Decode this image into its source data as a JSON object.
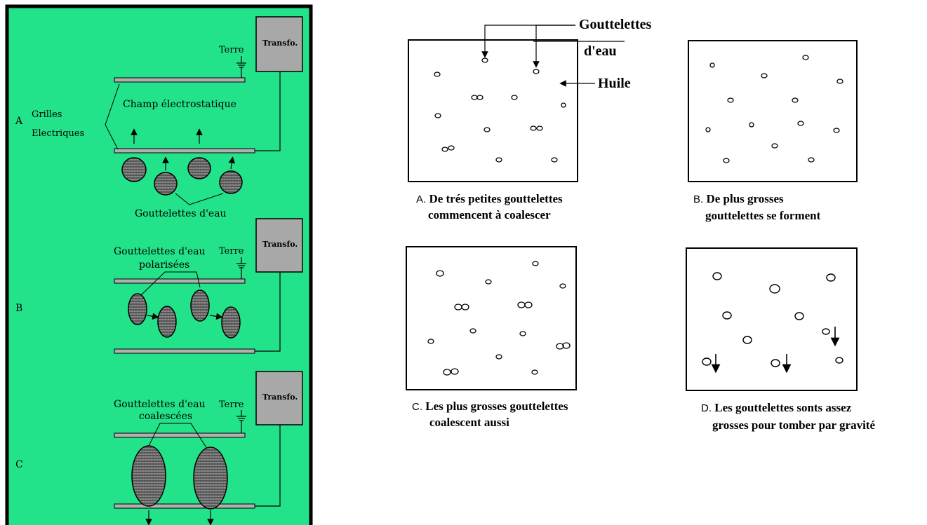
{
  "left_panel": {
    "background": "#22e38a",
    "section_labels": [
      "A",
      "B",
      "C"
    ],
    "transfo_label": "Transfo.",
    "terre_label": "Terre",
    "grilles_label_1": "Grilles",
    "grilles_label_2": "Electriques",
    "champ_label": "Champ électrostatique",
    "gouttelettes_label": "Gouttelettes d'eau",
    "polarisees_label_1": "Gouttelettes d'eau",
    "polarisees_label_2": "polarisées",
    "coalescees_label_1": "Gouttelettes d'eau",
    "coalescees_label_2": "coalescées"
  },
  "right_panel": {
    "callout_gouttelettes": "Gouttelettes",
    "callout_deau": "d'eau",
    "callout_huile": "Huile",
    "panels": [
      {
        "letter": "A.",
        "line1": "De trés petites gouttelettes",
        "line2": "commencent à coalescer"
      },
      {
        "letter": "B.",
        "line1": "De plus grosses",
        "line2": "gouttelettes se forment"
      },
      {
        "letter": "C.",
        "line1": "Les plus grosses gouttelettes",
        "line2": "coalescent aussi"
      },
      {
        "letter": "D.",
        "line1": "Les gouttelettes sonts assez",
        "line2": "grosses pour tomber par gravité"
      }
    ]
  }
}
